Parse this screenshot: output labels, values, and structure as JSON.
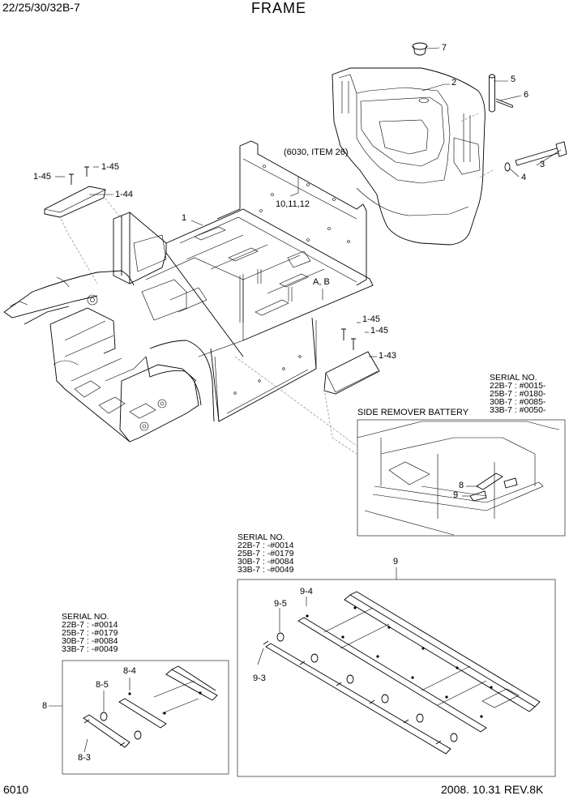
{
  "header": {
    "model": "22/25/30/32B-7",
    "title": "FRAME"
  },
  "footer": {
    "page": "6010",
    "date_rev": "2008. 10.31  REV.8K"
  },
  "callouts": {
    "p7": "7",
    "p2": "2",
    "p5": "5",
    "p6": "6",
    "p3": "3",
    "p4": "4",
    "p1": "1",
    "ref": "(6030, ITEM 26)",
    "p10_12": "10,11,12",
    "p1_45a": "1-45",
    "p1_45b": "1-45",
    "p1_44": "1-44",
    "p1_45c": "1-45",
    "p1_45d": "1-45",
    "p1_43": "1-43",
    "ab": "A, B",
    "p8_inset": "8",
    "p9_inset": "9",
    "p9": "9",
    "p9_4": "9-4",
    "p9_5": "9-5",
    "p9_3": "9-3",
    "p8": "8",
    "p8_4": "8-4",
    "p8_5": "8-5",
    "p8_3": "8-3"
  },
  "side_remover": {
    "title": "SIDE REMOVER BATTERY",
    "serial_heading": "SERIAL NO.",
    "serial_lines": [
      "22B-7 : #0015-",
      "25B-7 : #0180-",
      "30B-7 : #0085-",
      "33B-7 : #0050-"
    ]
  },
  "serial_group_9": {
    "heading": "SERIAL NO.",
    "lines": [
      "22B-7 : -#0014",
      "25B-7 : -#0179",
      "30B-7 : -#0084",
      "33B-7 : -#0049"
    ]
  },
  "serial_group_8": {
    "heading": "SERIAL NO.",
    "lines": [
      "22B-7 : -#0014",
      "25B-7 : -#0179",
      "30B-7 : -#0084",
      "33B-7 : -#0049"
    ]
  }
}
